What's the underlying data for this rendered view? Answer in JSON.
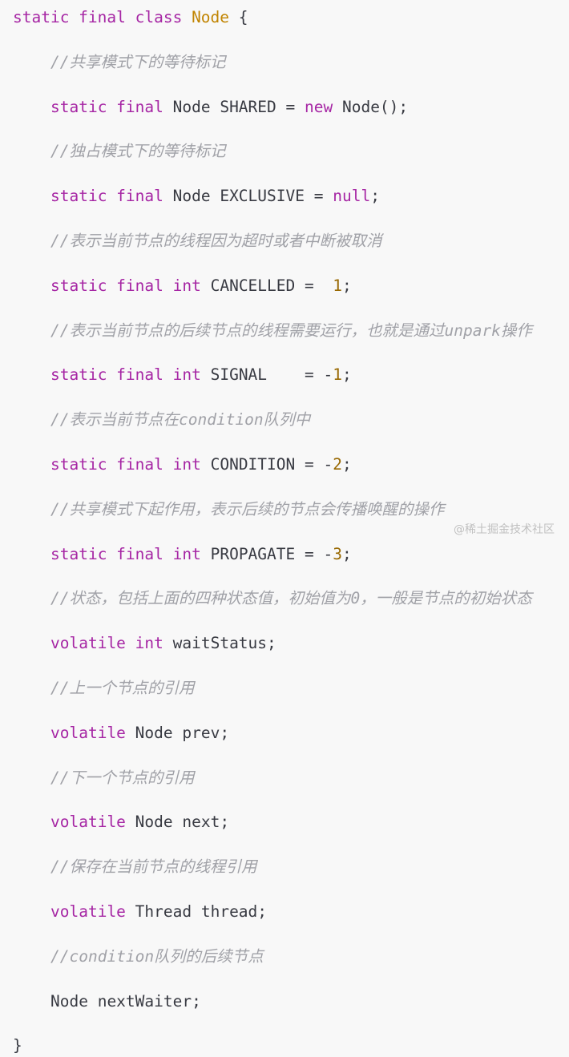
{
  "code": {
    "lines": [
      [
        {
          "t": "static final class ",
          "s": "kw"
        },
        {
          "t": "Node",
          "s": "cls"
        },
        {
          "t": " {",
          "s": "plain"
        }
      ],
      [
        {
          "t": "//共享模式下的等待标记",
          "s": "cmt"
        }
      ],
      [
        {
          "t": "static final ",
          "s": "kw"
        },
        {
          "t": "Node SHARED = ",
          "s": "plain"
        },
        {
          "t": "new",
          "s": "kw"
        },
        {
          "t": " Node();",
          "s": "plain"
        }
      ],
      [
        {
          "t": "//独占模式下的等待标记",
          "s": "cmt"
        }
      ],
      [
        {
          "t": "static final ",
          "s": "kw"
        },
        {
          "t": "Node EXCLUSIVE = ",
          "s": "plain"
        },
        {
          "t": "null",
          "s": "kw"
        },
        {
          "t": ";",
          "s": "plain"
        }
      ],
      [
        {
          "t": "//表示当前节点的线程因为超时或者中断被取消",
          "s": "cmt"
        }
      ],
      [
        {
          "t": "static final int ",
          "s": "kw"
        },
        {
          "t": "CANCELLED =  ",
          "s": "plain"
        },
        {
          "t": "1",
          "s": "num"
        },
        {
          "t": ";",
          "s": "plain"
        }
      ],
      [
        {
          "t": "//表示当前节点的后续节点的线程需要运行，也就是通过unpark操作",
          "s": "cmt"
        }
      ],
      [
        {
          "t": "static final int ",
          "s": "kw"
        },
        {
          "t": "SIGNAL    = -",
          "s": "plain"
        },
        {
          "t": "1",
          "s": "num"
        },
        {
          "t": ";",
          "s": "plain"
        }
      ],
      [
        {
          "t": "//表示当前节点在condition队列中",
          "s": "cmt"
        }
      ],
      [
        {
          "t": "static final int ",
          "s": "kw"
        },
        {
          "t": "CONDITION = -",
          "s": "plain"
        },
        {
          "t": "2",
          "s": "num"
        },
        {
          "t": ";",
          "s": "plain"
        }
      ],
      [
        {
          "t": "//共享模式下起作用，表示后续的节点会传播唤醒的操作",
          "s": "cmt"
        }
      ],
      [
        {
          "t": "static final int ",
          "s": "kw"
        },
        {
          "t": "PROPAGATE = -",
          "s": "plain"
        },
        {
          "t": "3",
          "s": "num"
        },
        {
          "t": ";",
          "s": "plain"
        }
      ],
      [
        {
          "t": "//状态，包括上面的四种状态值，初始值为0，一般是节点的初始状态",
          "s": "cmt"
        }
      ],
      [
        {
          "t": "volatile int ",
          "s": "kw"
        },
        {
          "t": "waitStatus;",
          "s": "plain"
        }
      ],
      [
        {
          "t": "//上一个节点的引用",
          "s": "cmt"
        }
      ],
      [
        {
          "t": "volatile ",
          "s": "kw"
        },
        {
          "t": "Node prev;",
          "s": "plain"
        }
      ],
      [
        {
          "t": "//下一个节点的引用",
          "s": "cmt"
        }
      ],
      [
        {
          "t": "volatile ",
          "s": "kw"
        },
        {
          "t": "Node next;",
          "s": "plain"
        }
      ],
      [
        {
          "t": "//保存在当前节点的线程引用",
          "s": "cmt"
        }
      ],
      [
        {
          "t": "volatile ",
          "s": "kw"
        },
        {
          "t": "Thread thread;",
          "s": "plain"
        }
      ],
      [
        {
          "t": "//condition队列的后续节点",
          "s": "cmt"
        }
      ],
      [
        {
          "t": "Node nextWaiter;",
          "s": "plain"
        }
      ],
      [
        {
          "t": "}",
          "s": "plain"
        }
      ]
    ]
  },
  "watermark": "@稀土掘金技术社区",
  "colors": {
    "background": "#f8f8f8",
    "keyword": "#a626a4",
    "class_name": "#c18401",
    "number": "#986801",
    "comment": "#a0a1a7",
    "text": "#383a42"
  }
}
